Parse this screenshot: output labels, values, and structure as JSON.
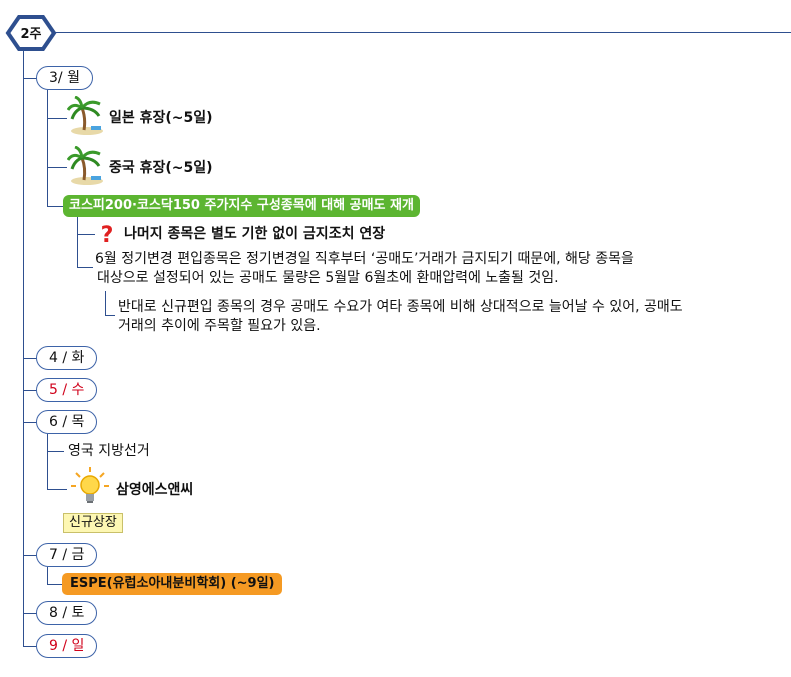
{
  "root": {
    "label": "2주"
  },
  "days": [
    {
      "label": "3/ 월",
      "color": "#111111"
    },
    {
      "label": "4 / 화",
      "color": "#111111"
    },
    {
      "label": "5 / 수",
      "color": "#d0021b"
    },
    {
      "label": "6 / 목",
      "color": "#111111"
    },
    {
      "label": "7 / 금",
      "color": "#111111"
    },
    {
      "label": "8 / 토",
      "color": "#111111"
    },
    {
      "label": "9 / 일",
      "color": "#d0021b"
    }
  ],
  "mon": {
    "items": [
      {
        "icon": "palm-tree-icon",
        "text": "일본  휴장(~5일)"
      },
      {
        "icon": "palm-tree-icon",
        "text": "중국  휴장(~5일)"
      }
    ],
    "topic": "코스피200·코스닥150  주가지수  구성종목에  대해  공매도  재개",
    "question": "나머지  종목은  별도  기한  없이  금지조치  연장",
    "note1": [
      "6월  정기변경  편입종목은  정기변경일  직후부터  ‘공매도’거래가  금지되기  때문에,  해당  종목을",
      "대상으로  설정되어  있는  공매도  물량은  5월말  6월초에  환매압력에  노출될  것임."
    ],
    "note2": [
      "반대로  신규편입  종목의  경우  공매도  수요가  여타  종목에  비해  상대적으로  늘어날  수  있어,  공매도",
      "거래의  추이에  주목할  필요가  있음."
    ]
  },
  "thu": {
    "item1": "영국  지방선거",
    "item2": "삼영에스앤씨",
    "tag": "신규상장"
  },
  "fri": {
    "topic": "ESPE(유럽소아내분비학회)   (~9일)"
  },
  "colors": {
    "line": "#2e4f8f",
    "green": "#5cb531",
    "orange": "#f59a23",
    "red": "#d0021b",
    "tag": "#fdf7b3"
  }
}
